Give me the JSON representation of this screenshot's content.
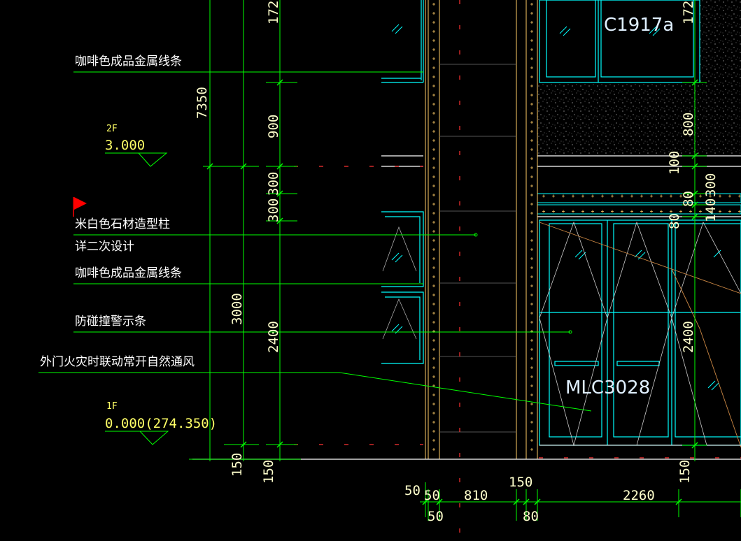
{
  "annotations": {
    "coffee_trim_top": "咖啡色成品金属线条",
    "white_stone_column": "米白色石材造型柱",
    "see_secondary_design": "详二次设计",
    "coffee_trim_mid": "咖啡色成品金属线条",
    "anti_collision_strip": "防碰撞警示条",
    "fire_vent_note": "外门火灾时联动常开自然通风"
  },
  "levels": {
    "second_floor_name": "2F",
    "second_floor_value": "3.000",
    "first_floor_name": "1F",
    "first_floor_value": "0.000(274.350)"
  },
  "tags": {
    "window": "C1917a",
    "door": "MLC3028"
  },
  "dimensions": {
    "v_total": "7350",
    "v_floor": "3000",
    "v_150_left": "150",
    "v_172_left": "172",
    "v_900": "900",
    "v_300_a": "300",
    "v_300_b": "300",
    "v_2400_left": "2400",
    "v_150_mid": "150",
    "v_172_right": "172",
    "v_800": "800",
    "v_100": "100",
    "v_300_right": "300",
    "v_80_a": "80",
    "v_140": "140",
    "v_80_b": "80",
    "v_2400_right": "2400",
    "v_150_right": "150",
    "h_50_a": "50",
    "h_50_b": "50",
    "h_50_c": "50",
    "h_810": "810",
    "h_150": "150",
    "h_80": "80",
    "h_2260": "2260"
  },
  "colors": {
    "dim_line": "#00ff00",
    "wall": "#00ffff",
    "column": "#ffcc66",
    "grid": "#ff3333",
    "text": "#ffffff",
    "level": "#ffff66",
    "leader_end": "#ff0000"
  }
}
